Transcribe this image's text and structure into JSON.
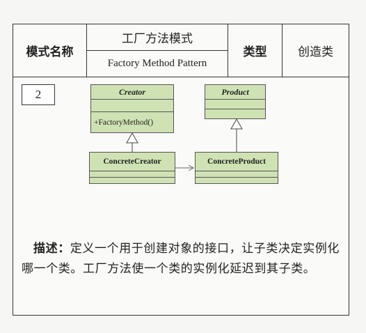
{
  "header": {
    "mode_name_label": "模式名称",
    "pattern_name_cn": "工厂方法模式",
    "pattern_name_en": "Factory Method Pattern",
    "type_label": "类型",
    "type_value": "创造类"
  },
  "number": "2",
  "diagram": {
    "creator": {
      "name": "Creator",
      "operation": "+FactoryMethod()"
    },
    "product": {
      "name": "Product"
    },
    "concrete_creator": {
      "name": "ConcreteCreator"
    },
    "concrete_product": {
      "name": "ConcreteProduct"
    },
    "box_fill": "#cfe2b4"
  },
  "description": {
    "label": "描述：",
    "text": "定义一个用于创建对象的接口，让子类决定实例化哪一个类。工厂方法使一个类的实例化延迟到其子类。"
  }
}
